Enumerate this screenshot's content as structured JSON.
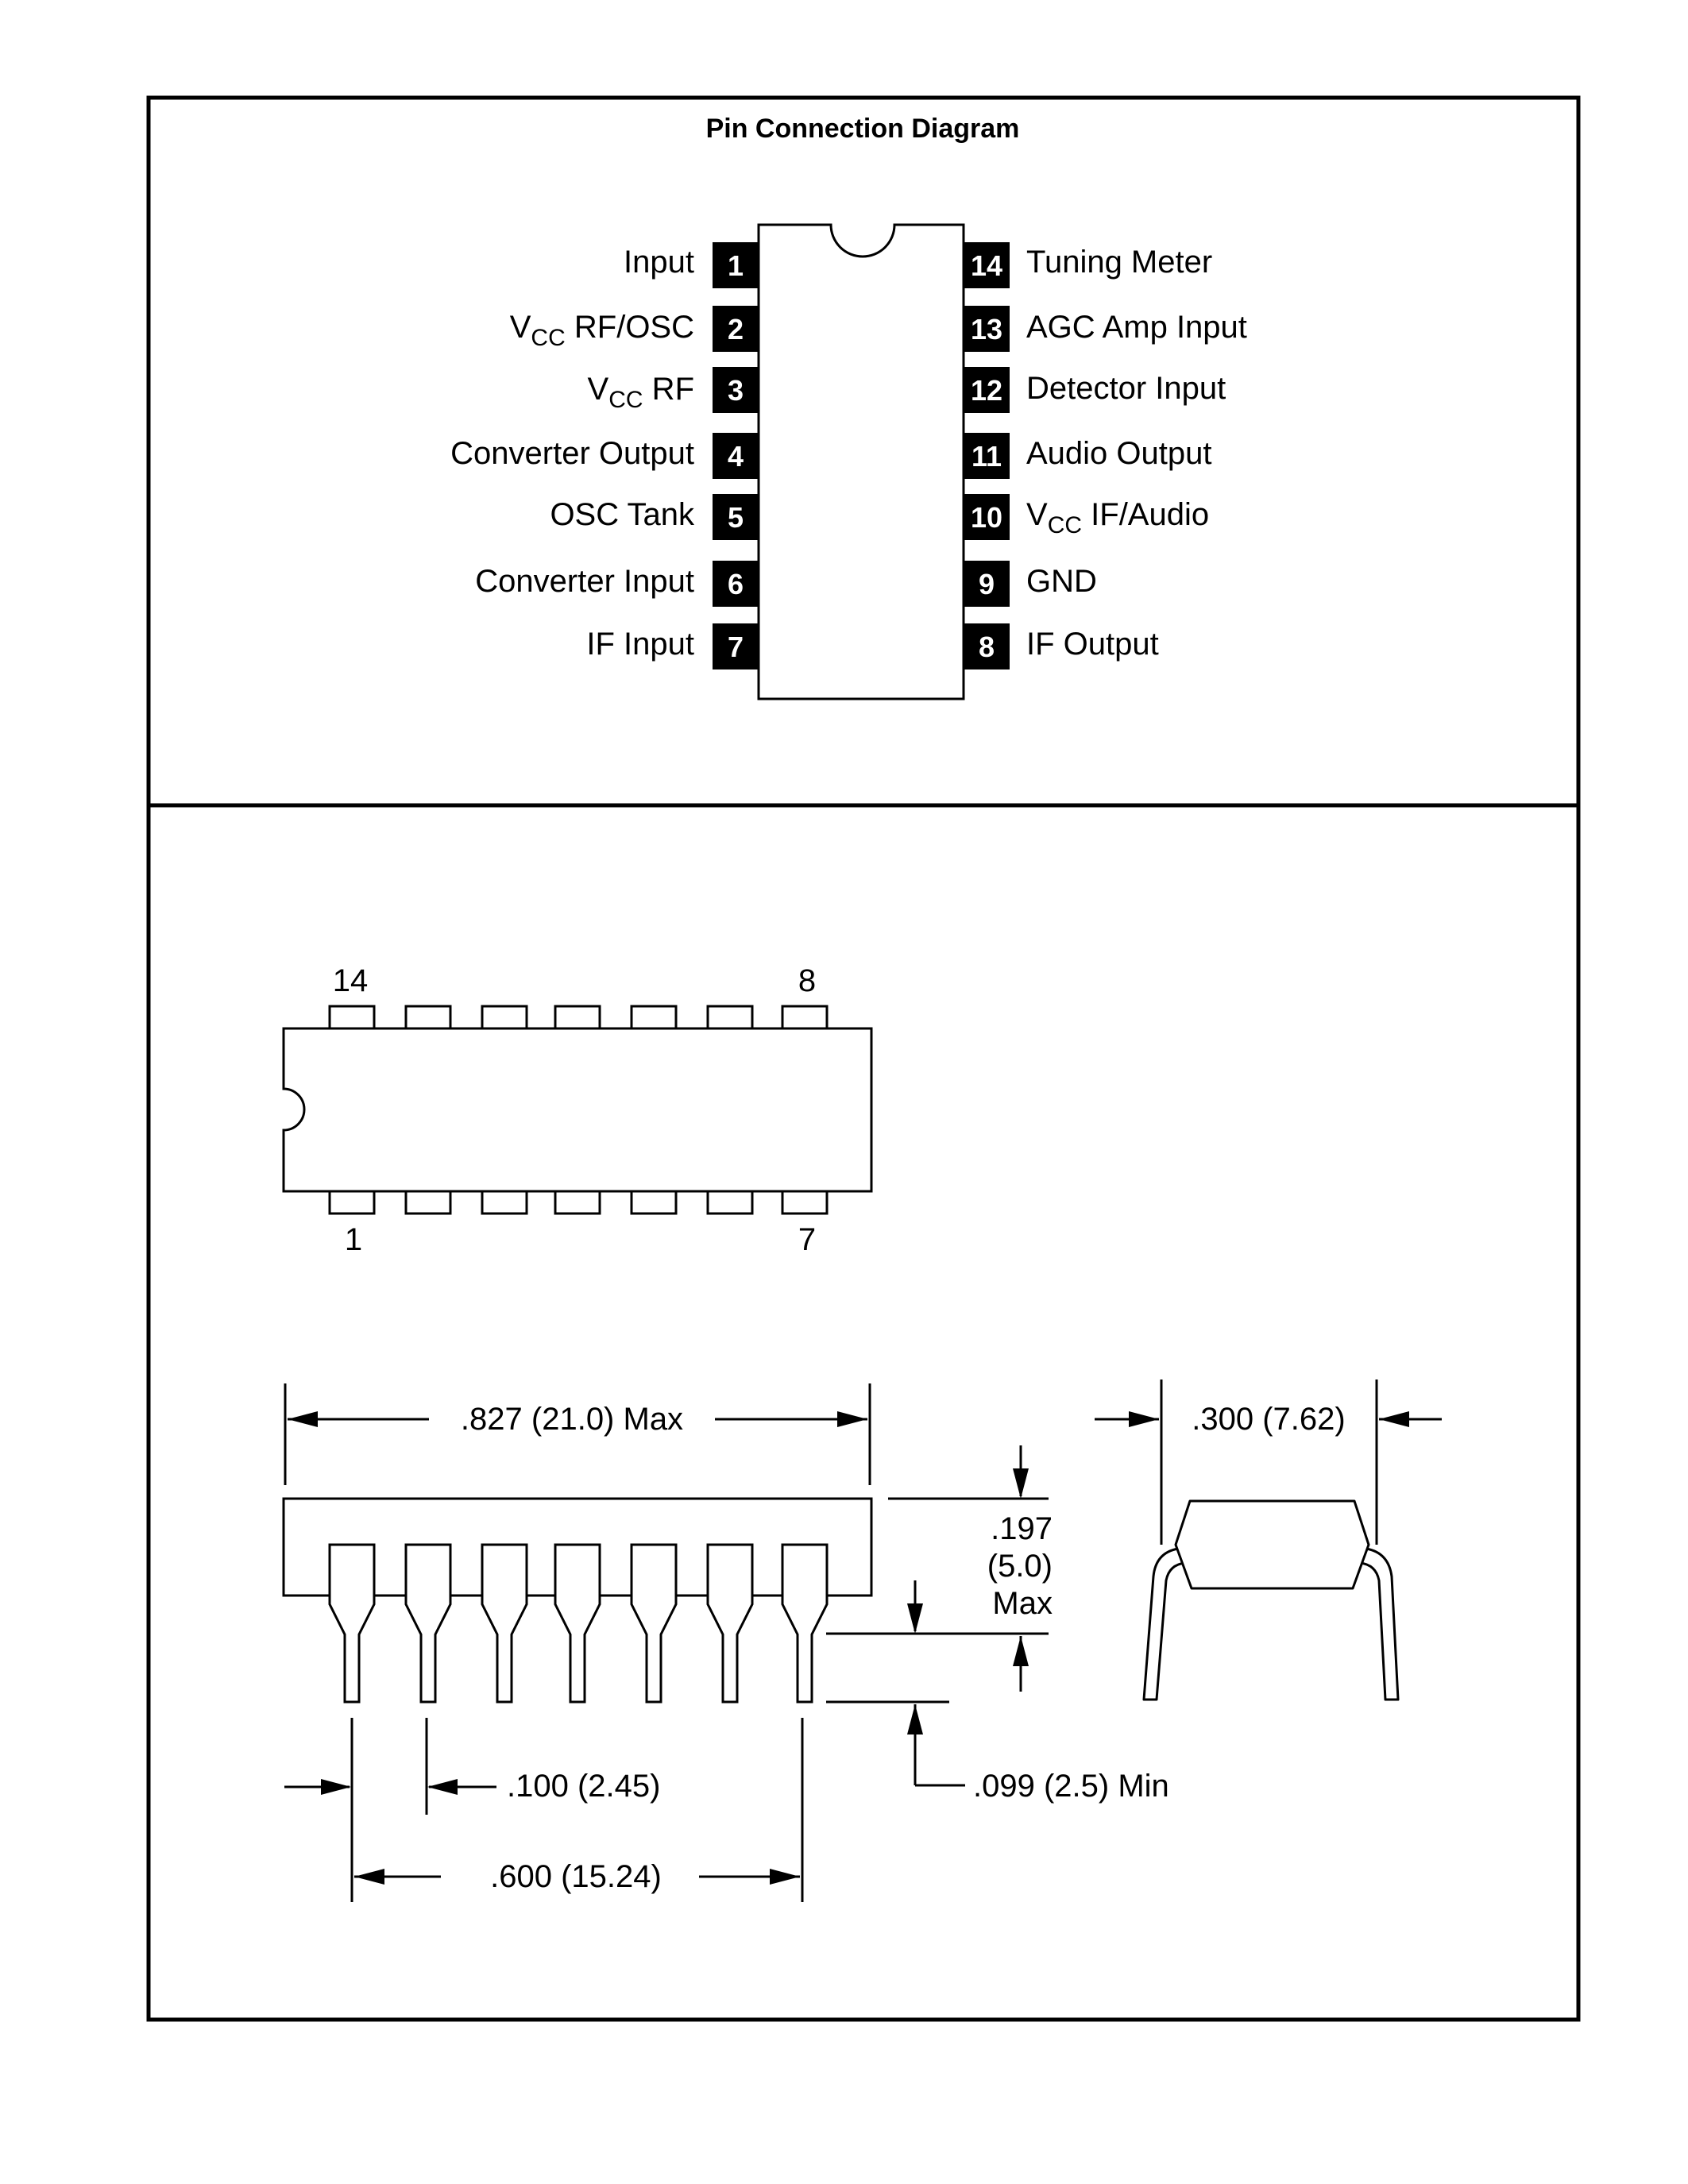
{
  "title": "Pin Connection Diagram",
  "pins_left": [
    {
      "num": "1",
      "label": "Input"
    },
    {
      "num": "2",
      "label_pre": "V",
      "label_sub": "CC",
      "label_post": " RF/OSC"
    },
    {
      "num": "3",
      "label_pre": "V",
      "label_sub": "CC",
      "label_post": " RF"
    },
    {
      "num": "4",
      "label": "Converter Output"
    },
    {
      "num": "5",
      "label": "OSC Tank"
    },
    {
      "num": "6",
      "label": "Converter Input"
    },
    {
      "num": "7",
      "label": "IF Input"
    }
  ],
  "pins_right": [
    {
      "num": "14",
      "label": "Tuning Meter"
    },
    {
      "num": "13",
      "label": "AGC Amp Input"
    },
    {
      "num": "12",
      "label": "Detector Input"
    },
    {
      "num": "11",
      "label": "Audio Output"
    },
    {
      "num": "10",
      "label_pre": "V",
      "label_sub": "CC",
      "label_post": " IF/Audio"
    },
    {
      "num": "9",
      "label": "GND"
    },
    {
      "num": "8",
      "label": "IF Output"
    }
  ],
  "top_view": {
    "pin_14": "14",
    "pin_8": "8",
    "pin_1": "1",
    "pin_7": "7"
  },
  "dimensions": {
    "length": ".827 (21.0) Max",
    "width": ".300 (7.62)",
    "height_1": ".197",
    "height_2": "(5.0)",
    "height_3": "Max",
    "pitch": ".100 (2.45)",
    "lead_min": ".099 (2.5) Min",
    "span": ".600 (15.24)"
  }
}
